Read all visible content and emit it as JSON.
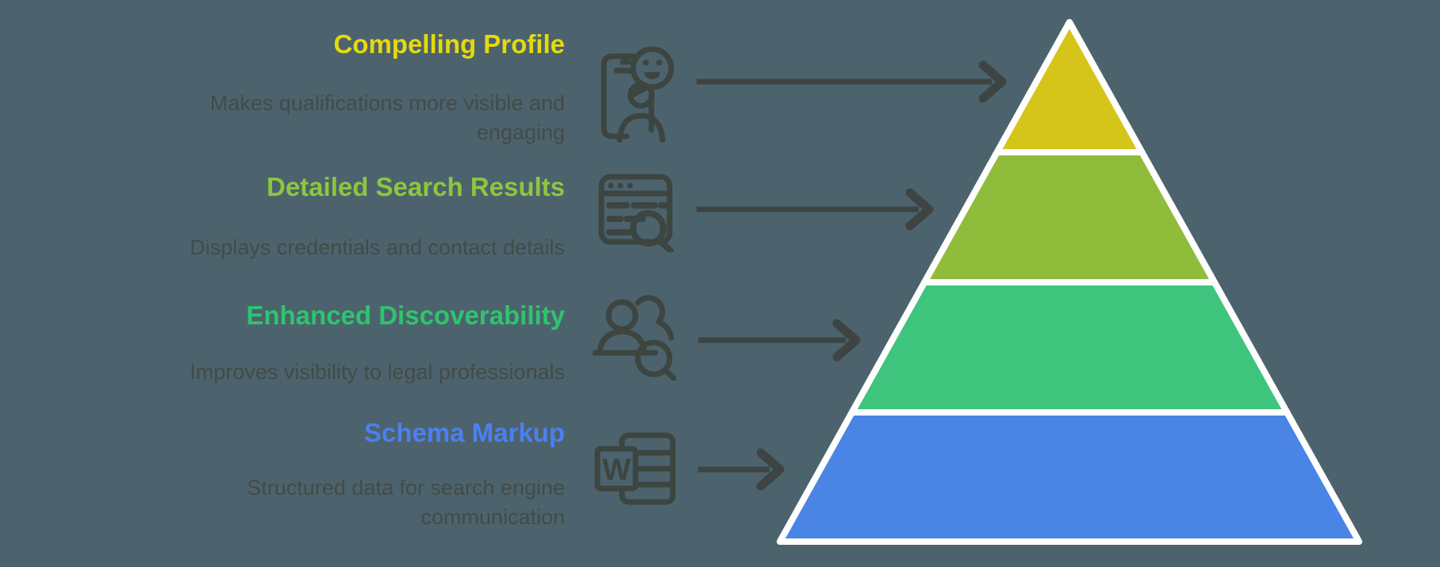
{
  "colors": {
    "background": "#4c636d",
    "pyramid_border": "#ffffff",
    "description_text": "#434b48",
    "icon_ink": "#3d4540",
    "arrow_ink": "#3d4443"
  },
  "levels": [
    {
      "title": "Compelling Profile",
      "title_color": "#e5d90e",
      "description": "Makes qualifications more visible and engaging",
      "band_color": "#d5c51a",
      "icon": "profile-card-smiley-icon"
    },
    {
      "title": "Detailed Search Results",
      "title_color": "#8dc63f",
      "description": "Displays credentials and contact details",
      "band_color": "#90bc3b",
      "icon": "browser-search-icon"
    },
    {
      "title": "Enhanced Discoverability",
      "title_color": "#2ec46f",
      "description": "Improves visibility to legal professionals",
      "band_color": "#3ec47d",
      "icon": "users-search-icon"
    },
    {
      "title": "Schema Markup",
      "title_color": "#4a80f0",
      "description": "Structured data for search engine communication",
      "band_color": "#4a85e6",
      "icon": "word-document-icon",
      "icon_letter": "W"
    }
  ]
}
